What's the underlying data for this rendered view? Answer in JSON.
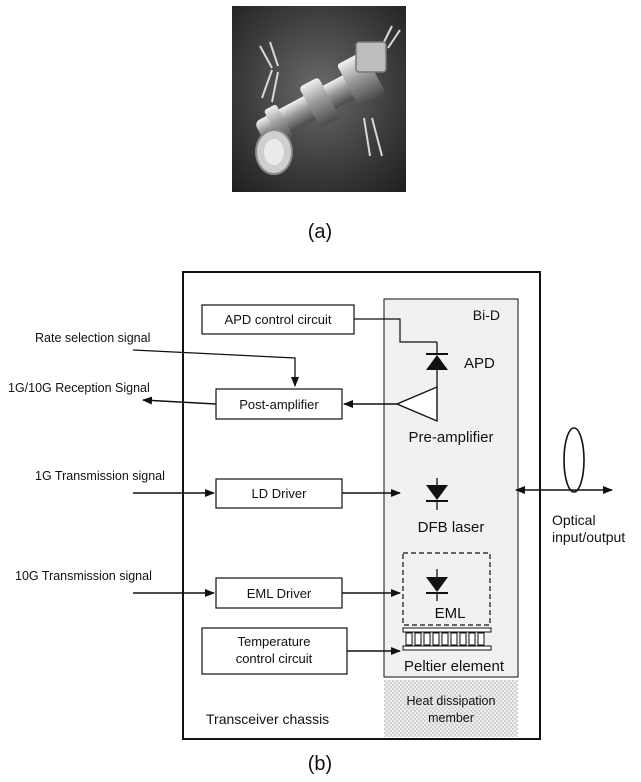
{
  "panel_a": {
    "caption": "(a)"
  },
  "panel_b": {
    "caption": "(b)",
    "inputs": {
      "rate_selection": "Rate selection signal",
      "reception": "1G/10G Reception Signal",
      "tx_1g": "1G Transmission signal",
      "tx_10g": "10G Transmission signal"
    },
    "blocks": {
      "apd_control": "APD control circuit",
      "post_amp": "Post-amplifier",
      "ld_driver": "LD Driver",
      "eml_driver": "EML Driver",
      "temp_control_line1": "Temperature",
      "temp_control_line2": "control circuit"
    },
    "bid": {
      "title": "Bi-D",
      "apd": "APD",
      "pre_amp": "Pre-amplifier",
      "dfb": "DFB laser",
      "eml": "EML",
      "peltier": "Peltier element"
    },
    "heat_line1": "Heat dissipation",
    "heat_line2": "member",
    "chassis": "Transceiver chassis",
    "optical_line1": "Optical",
    "optical_line2": "input/output"
  }
}
